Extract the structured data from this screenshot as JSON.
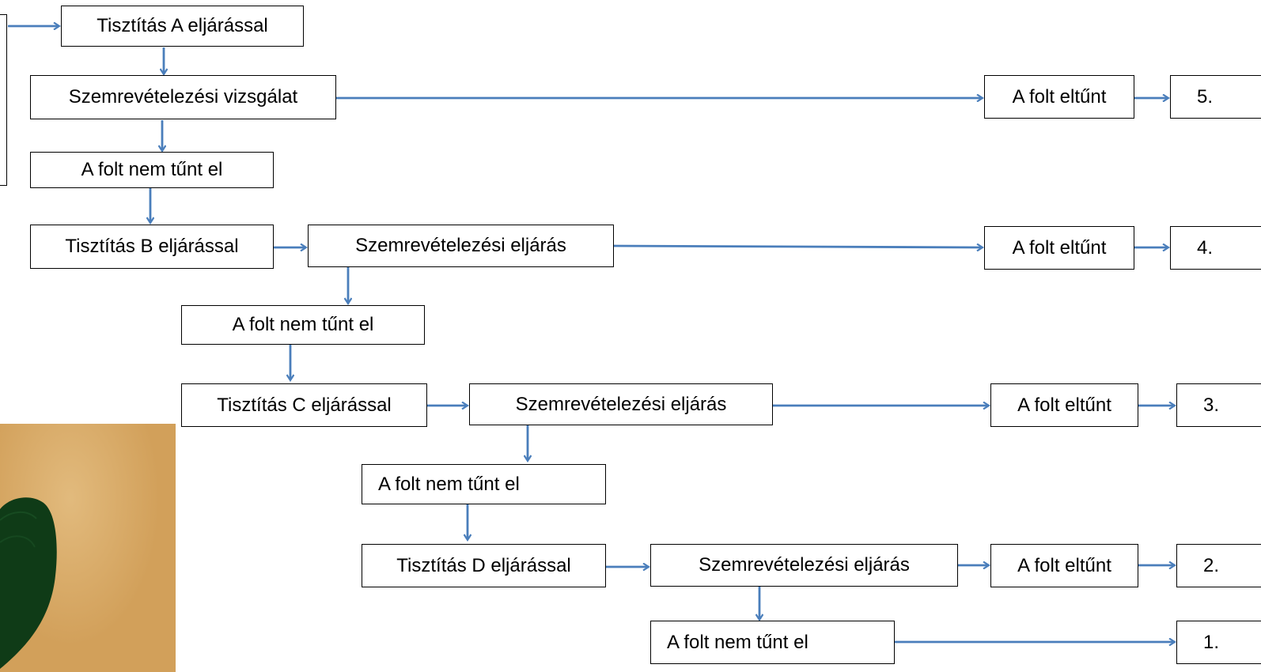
{
  "colors": {
    "arrow": "#4a7ebb",
    "border": "#000000",
    "stain": "#0f3b17",
    "fabric": "#d2a05a"
  },
  "flow": {
    "step_a": "Tisztítás A eljárással",
    "check_1": "Szemrevételezési vizsgálat",
    "fail_1": "A folt nem tűnt el",
    "step_b": "Tisztítás B eljárással",
    "check_2": "Szemrevételezési eljárás",
    "fail_2": "A folt nem tűnt el",
    "step_c": "Tisztítás C eljárással",
    "check_3": "Szemrevételezési eljárás",
    "fail_3": "A folt nem tűnt el",
    "step_d": "Tisztítás D eljárással",
    "check_4": "Szemrevételezési eljárás",
    "fail_4": "A folt nem tűnt el"
  },
  "outcomes": {
    "success_1": "A folt eltűnt",
    "success_2": "A folt eltűnt",
    "success_3": "A folt eltűnt",
    "success_4": "A folt eltűnt"
  },
  "ranks": {
    "r5": "5.",
    "r4": "4.",
    "r3": "3.",
    "r2": "2.",
    "r1": "1."
  },
  "photo": {
    "subject": "green-stain-on-fabric"
  }
}
